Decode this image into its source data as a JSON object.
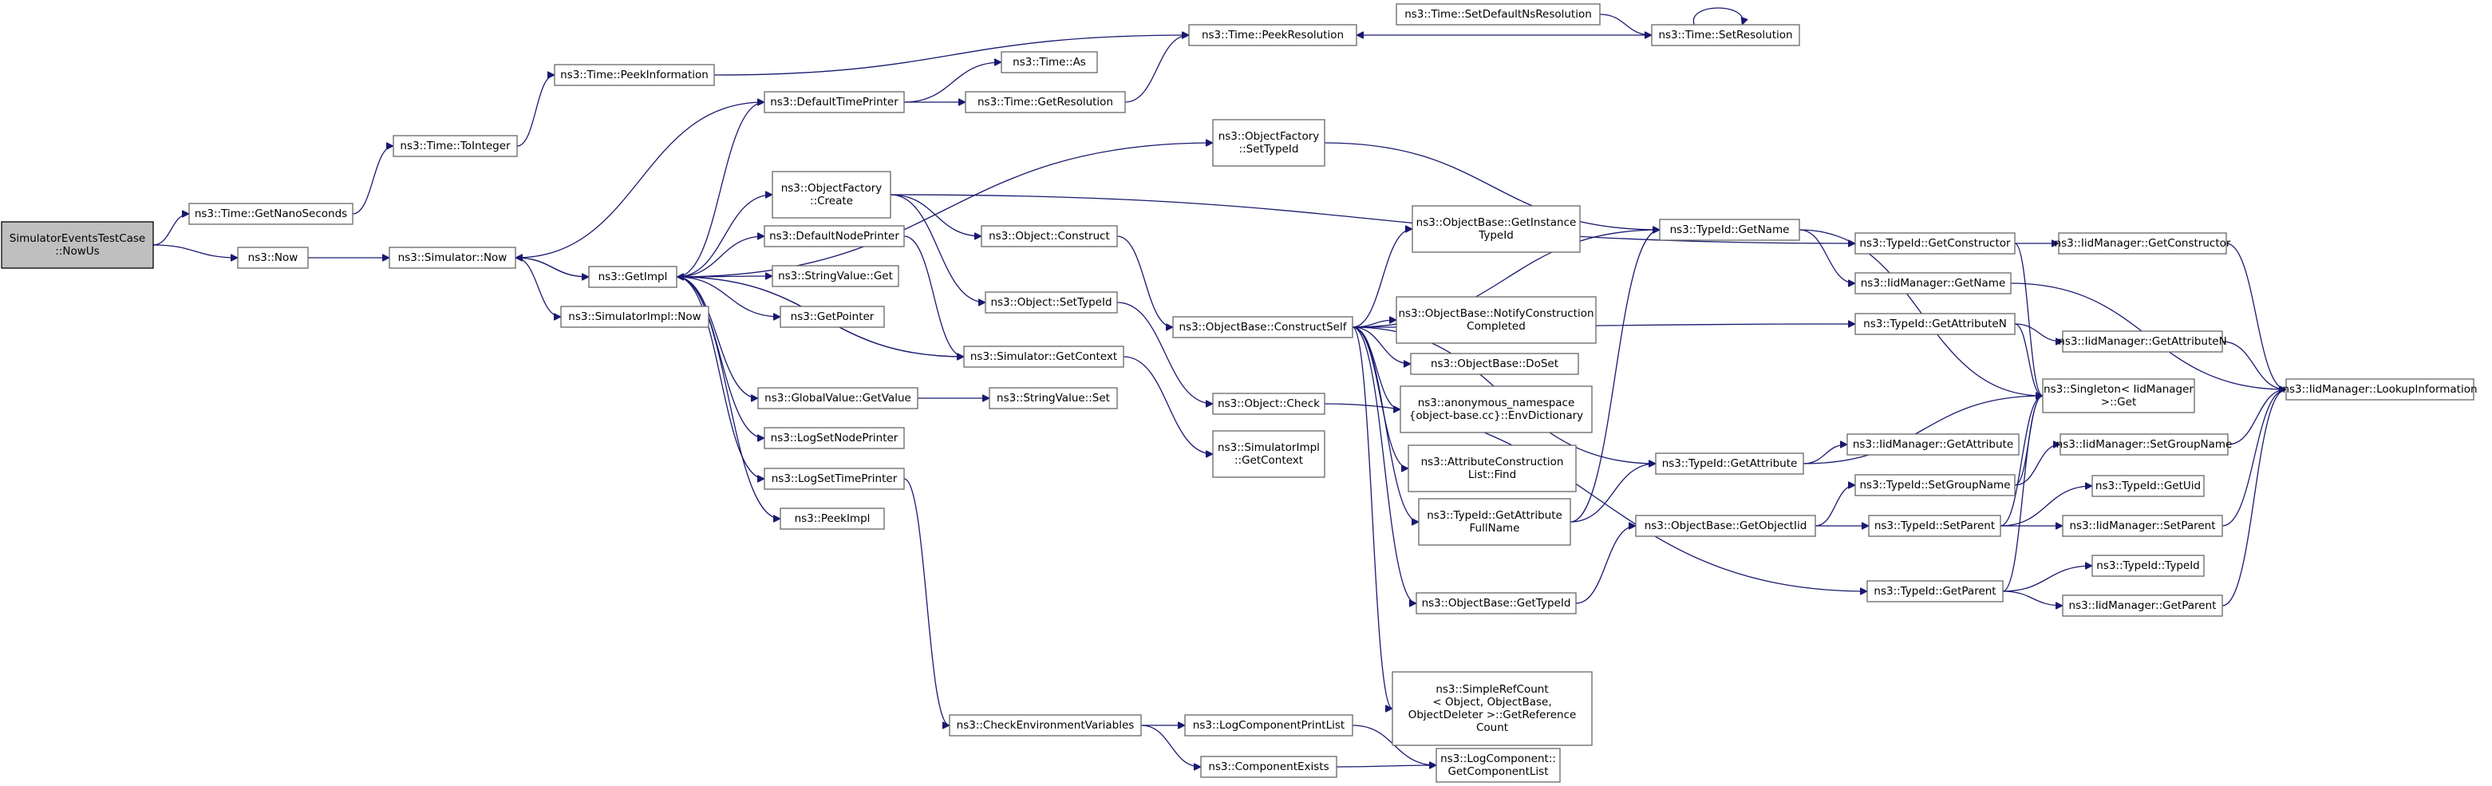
{
  "title": "",
  "colors": {
    "edge": "#191970",
    "node_border": "#666666",
    "root_fill": "#bfbfbf"
  },
  "nodes": [
    {
      "id": "root",
      "lines": [
        "SimulatorEventsTestCase",
        "::NowUs"
      ],
      "root": true
    },
    {
      "id": "getNano",
      "lines": [
        "ns3::Time::GetNanoSeconds"
      ]
    },
    {
      "id": "now",
      "lines": [
        "ns3::Now"
      ]
    },
    {
      "id": "toInteger",
      "lines": [
        "ns3::Time::ToInteger"
      ]
    },
    {
      "id": "peekInfo",
      "lines": [
        "ns3::Time::PeekInformation"
      ]
    },
    {
      "id": "simNow",
      "lines": [
        "ns3::Simulator::Now"
      ]
    },
    {
      "id": "simImplNow",
      "lines": [
        "ns3::SimulatorImpl::Now"
      ]
    },
    {
      "id": "getImpl",
      "lines": [
        "ns3::GetImpl"
      ]
    },
    {
      "id": "defTimePrinter",
      "lines": [
        "ns3::DefaultTimePrinter"
      ]
    },
    {
      "id": "objFactCreate",
      "lines": [
        "ns3::ObjectFactory",
        "::Create"
      ]
    },
    {
      "id": "defNodePrinter",
      "lines": [
        "ns3::DefaultNodePrinter"
      ]
    },
    {
      "id": "strValGet",
      "lines": [
        "ns3::StringValue::Get"
      ]
    },
    {
      "id": "getPointer",
      "lines": [
        "ns3::GetPointer"
      ]
    },
    {
      "id": "simGetContext",
      "lines": [
        "ns3::Simulator::GetContext"
      ]
    },
    {
      "id": "gvGetValue",
      "lines": [
        "ns3::GlobalValue::GetValue"
      ]
    },
    {
      "id": "logSetNode",
      "lines": [
        "ns3::LogSetNodePrinter"
      ]
    },
    {
      "id": "logSetTime",
      "lines": [
        "ns3::LogSetTimePrinter"
      ]
    },
    {
      "id": "peekImpl",
      "lines": [
        "ns3::PeekImpl"
      ]
    },
    {
      "id": "timeAs",
      "lines": [
        "ns3::Time::As"
      ]
    },
    {
      "id": "timeGetRes",
      "lines": [
        "ns3::Time::GetResolution"
      ]
    },
    {
      "id": "timePeekRes",
      "lines": [
        "ns3::Time::PeekResolution"
      ]
    },
    {
      "id": "setDefNs",
      "lines": [
        "ns3::Time::SetDefaultNsResolution"
      ]
    },
    {
      "id": "setRes",
      "lines": [
        "ns3::Time::SetResolution"
      ]
    },
    {
      "id": "objFactSetTid",
      "lines": [
        "ns3::ObjectFactory",
        "::SetTypeId"
      ]
    },
    {
      "id": "objConstruct",
      "lines": [
        "ns3::Object::Construct"
      ]
    },
    {
      "id": "objSetTid",
      "lines": [
        "ns3::Object::SetTypeId"
      ]
    },
    {
      "id": "strValSet",
      "lines": [
        "ns3::StringValue::Set"
      ]
    },
    {
      "id": "simImplGetCtx",
      "lines": [
        "ns3::SimulatorImpl",
        "::GetContext"
      ]
    },
    {
      "id": "objCheck",
      "lines": [
        "ns3::Object::Check"
      ]
    },
    {
      "id": "constructSelf",
      "lines": [
        "ns3::ObjectBase::ConstructSelf"
      ]
    },
    {
      "id": "checkEnv",
      "lines": [
        "ns3::CheckEnvironmentVariables"
      ]
    },
    {
      "id": "logCompPrint",
      "lines": [
        "ns3::LogComponentPrintList"
      ]
    },
    {
      "id": "compExists",
      "lines": [
        "ns3::ComponentExists"
      ]
    },
    {
      "id": "getInstTid",
      "lines": [
        "ns3::ObjectBase::GetInstance",
        "TypeId"
      ]
    },
    {
      "id": "notifyConstr",
      "lines": [
        "ns3::ObjectBase::NotifyConstruction",
        "Completed"
      ]
    },
    {
      "id": "doSet",
      "lines": [
        "ns3::ObjectBase::DoSet"
      ]
    },
    {
      "id": "envDict",
      "lines": [
        "ns3::anonymous_namespace",
        "{object-base.cc}::EnvDictionary"
      ]
    },
    {
      "id": "attrFind",
      "lines": [
        "ns3::AttributeConstruction",
        "List::Find"
      ]
    },
    {
      "id": "tidGetAttrFull",
      "lines": [
        "ns3::TypeId::GetAttribute",
        "FullName"
      ]
    },
    {
      "id": "obGetTid",
      "lines": [
        "ns3::ObjectBase::GetTypeId"
      ]
    },
    {
      "id": "refCount",
      "lines": [
        "ns3::SimpleRefCount",
        "< Object, ObjectBase,",
        "ObjectDeleter >::GetReference",
        "Count"
      ]
    },
    {
      "id": "getCompList",
      "lines": [
        "ns3::LogComponent::",
        "GetComponentList"
      ]
    },
    {
      "id": "tidGetName",
      "lines": [
        "ns3::TypeId::GetName"
      ]
    },
    {
      "id": "tidGetAttr",
      "lines": [
        "ns3::TypeId::GetAttribute"
      ]
    },
    {
      "id": "obGetObjTid",
      "lines": [
        "ns3::ObjectBase::GetObjectIid"
      ]
    },
    {
      "id": "tidGetConstr",
      "lines": [
        "ns3::TypeId::GetConstructor"
      ]
    },
    {
      "id": "iidGetName",
      "lines": [
        "ns3::IidManager::GetName"
      ]
    },
    {
      "id": "tidGetAttrN",
      "lines": [
        "ns3::TypeId::GetAttributeN"
      ]
    },
    {
      "id": "iidGetAttr",
      "lines": [
        "ns3::IidManager::GetAttribute"
      ]
    },
    {
      "id": "tidSetGroup",
      "lines": [
        "ns3::TypeId::SetGroupName"
      ]
    },
    {
      "id": "tidSetParent",
      "lines": [
        "ns3::TypeId::SetParent"
      ]
    },
    {
      "id": "tidGetParent",
      "lines": [
        "ns3::TypeId::GetParent"
      ]
    },
    {
      "id": "singleton",
      "lines": [
        "ns3::Singleton< IidManager",
        ">::Get"
      ]
    },
    {
      "id": "iidGetConstr",
      "lines": [
        "ns3::IidManager::GetConstructor"
      ]
    },
    {
      "id": "iidGetAttrN",
      "lines": [
        "ns3::IidManager::GetAttributeN"
      ]
    },
    {
      "id": "iidSetGroup",
      "lines": [
        "ns3::IidManager::SetGroupName"
      ]
    },
    {
      "id": "tidGetUid",
      "lines": [
        "ns3::TypeId::GetUid"
      ]
    },
    {
      "id": "iidSetParent",
      "lines": [
        "ns3::IidManager::SetParent"
      ]
    },
    {
      "id": "tidTypeId",
      "lines": [
        "ns3::TypeId::TypeId"
      ]
    },
    {
      "id": "iidGetParent",
      "lines": [
        "ns3::IidManager::GetParent"
      ]
    },
    {
      "id": "lookupInfo",
      "lines": [
        "ns3::IidManager::LookupInformation"
      ]
    }
  ],
  "edges": [
    [
      "root",
      "getNano"
    ],
    [
      "root",
      "now"
    ],
    [
      "getNano",
      "toInteger"
    ],
    [
      "toInteger",
      "peekInfo"
    ],
    [
      "peekInfo",
      "timePeekRes"
    ],
    [
      "now",
      "simNow"
    ],
    [
      "simNow",
      "simImplNow"
    ],
    [
      "simNow",
      "getImpl"
    ],
    [
      "getImpl",
      "defTimePrinter"
    ],
    [
      "getImpl",
      "objFactCreate"
    ],
    [
      "getImpl",
      "defNodePrinter"
    ],
    [
      "getImpl",
      "strValGet"
    ],
    [
      "getImpl",
      "getPointer"
    ],
    [
      "getImpl",
      "simGetContext"
    ],
    [
      "getImpl",
      "gvGetValue"
    ],
    [
      "getImpl",
      "logSetNode"
    ],
    [
      "getImpl",
      "logSetTime"
    ],
    [
      "getImpl",
      "peekImpl"
    ],
    [
      "getImpl",
      "objFactSetTid"
    ],
    [
      "getImpl",
      "simNow"
    ],
    [
      "defTimePrinter",
      "timeAs"
    ],
    [
      "defTimePrinter",
      "timeGetRes"
    ],
    [
      "defTimePrinter",
      "simNow"
    ],
    [
      "timeGetRes",
      "timePeekRes"
    ],
    [
      "setDefNs",
      "setRes"
    ],
    [
      "setRes",
      "timePeekRes"
    ],
    [
      "setRes",
      "setRes"
    ],
    [
      "objFactCreate",
      "objConstruct"
    ],
    [
      "objFactCreate",
      "objSetTid"
    ],
    [
      "objFactCreate",
      "tidGetConstr"
    ],
    [
      "defNodePrinter",
      "simGetContext"
    ],
    [
      "simGetContext",
      "simImplGetCtx"
    ],
    [
      "simGetContext",
      "getImpl"
    ],
    [
      "gvGetValue",
      "strValSet"
    ],
    [
      "logSetTime",
      "checkEnv"
    ],
    [
      "objSetTid",
      "objCheck"
    ],
    [
      "objConstruct",
      "constructSelf"
    ],
    [
      "objFactSetTid",
      "tidGetName"
    ],
    [
      "checkEnv",
      "logCompPrint"
    ],
    [
      "checkEnv",
      "compExists"
    ],
    [
      "logCompPrint",
      "getCompList"
    ],
    [
      "compExists",
      "getCompList"
    ],
    [
      "objCheck",
      "tidGetParent"
    ],
    [
      "constructSelf",
      "getInstTid"
    ],
    [
      "constructSelf",
      "notifyConstr"
    ],
    [
      "constructSelf",
      "doSet"
    ],
    [
      "constructSelf",
      "envDict"
    ],
    [
      "constructSelf",
      "attrFind"
    ],
    [
      "constructSelf",
      "tidGetAttrFull"
    ],
    [
      "constructSelf",
      "obGetTid"
    ],
    [
      "constructSelf",
      "refCount"
    ],
    [
      "constructSelf",
      "tidGetName"
    ],
    [
      "constructSelf",
      "tidGetAttr"
    ],
    [
      "constructSelf",
      "tidGetAttrN"
    ],
    [
      "tidGetAttrFull",
      "tidGetName"
    ],
    [
      "tidGetAttrFull",
      "tidGetAttr"
    ],
    [
      "obGetTid",
      "obGetObjTid"
    ],
    [
      "obGetObjTid",
      "tidSetGroup"
    ],
    [
      "obGetObjTid",
      "tidSetParent"
    ],
    [
      "tidGetName",
      "iidGetName"
    ],
    [
      "tidGetName",
      "singleton"
    ],
    [
      "tidGetConstr",
      "iidGetConstr"
    ],
    [
      "tidGetConstr",
      "singleton"
    ],
    [
      "tidGetAttrN",
      "iidGetAttrN"
    ],
    [
      "tidGetAttrN",
      "singleton"
    ],
    [
      "tidGetAttr",
      "iidGetAttr"
    ],
    [
      "tidGetAttr",
      "singleton"
    ],
    [
      "tidSetGroup",
      "iidSetGroup"
    ],
    [
      "tidSetGroup",
      "singleton"
    ],
    [
      "tidSetParent",
      "tidGetUid"
    ],
    [
      "tidSetParent",
      "iidSetParent"
    ],
    [
      "tidSetParent",
      "singleton"
    ],
    [
      "tidGetParent",
      "tidTypeId"
    ],
    [
      "tidGetParent",
      "iidGetParent"
    ],
    [
      "tidGetParent",
      "singleton"
    ],
    [
      "iidGetName",
      "lookupInfo"
    ],
    [
      "iidGetConstr",
      "lookupInfo"
    ],
    [
      "iidGetAttrN",
      "lookupInfo"
    ],
    [
      "iidSetGroup",
      "lookupInfo"
    ],
    [
      "iidSetParent",
      "lookupInfo"
    ],
    [
      "iidGetParent",
      "lookupInfo"
    ]
  ]
}
